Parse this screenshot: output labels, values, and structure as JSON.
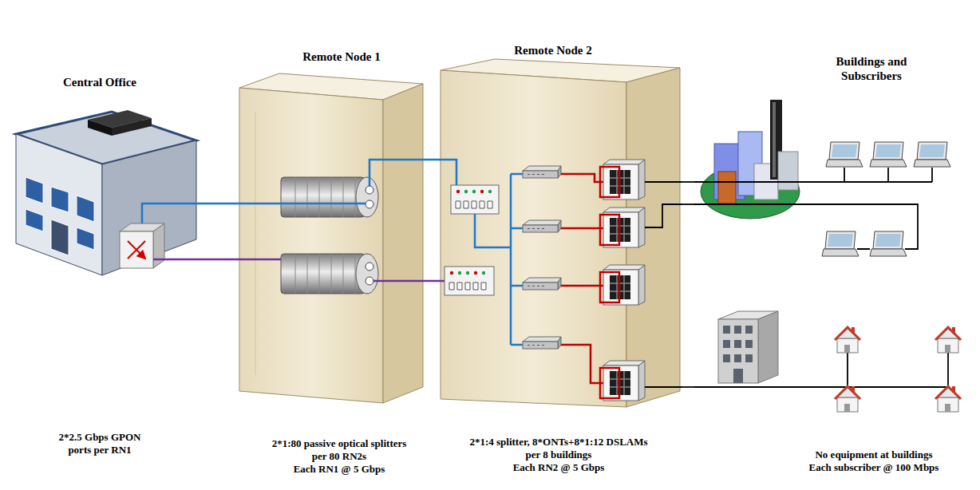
{
  "diagram": {
    "nodes": [
      {
        "text": [
          "Central Office"
        ]
      },
      {
        "text": [
          "Remote Node 1"
        ]
      },
      {
        "text": [
          "Remote Node 2"
        ]
      },
      {
        "text": [
          "Buildings and Subscribers"
        ]
      }
    ],
    "edges": [
      {
        "from": 0,
        "to": 1,
        "arrow": "none"
      },
      {
        "from": 0,
        "to": 1,
        "arrow": "none"
      },
      {
        "from": 1,
        "to": 2,
        "arrow": "none"
      },
      {
        "from": 1,
        "to": 2,
        "arrow": "none"
      },
      {
        "from": 2,
        "to": 3,
        "arrow": "none"
      },
      {
        "from": 2,
        "to": 3,
        "arrow": "none"
      },
      {
        "from": 2,
        "to": 3,
        "arrow": "none"
      }
    ],
    "labels": [
      "2*2.5 Gbps GPON ports per RN1",
      "2*1:80 passive optical splitters per 80 RN2s",
      "Each RN1 @ 5 Gbps",
      "2*1:4 splitter, 8*ONTs+8*1:12 DSLAMs per 8 buildings",
      "Each RN2 @ 5 Gbps",
      "No equipment at buildings",
      "Each subscriber @ 100 Mbps"
    ]
  }
}
